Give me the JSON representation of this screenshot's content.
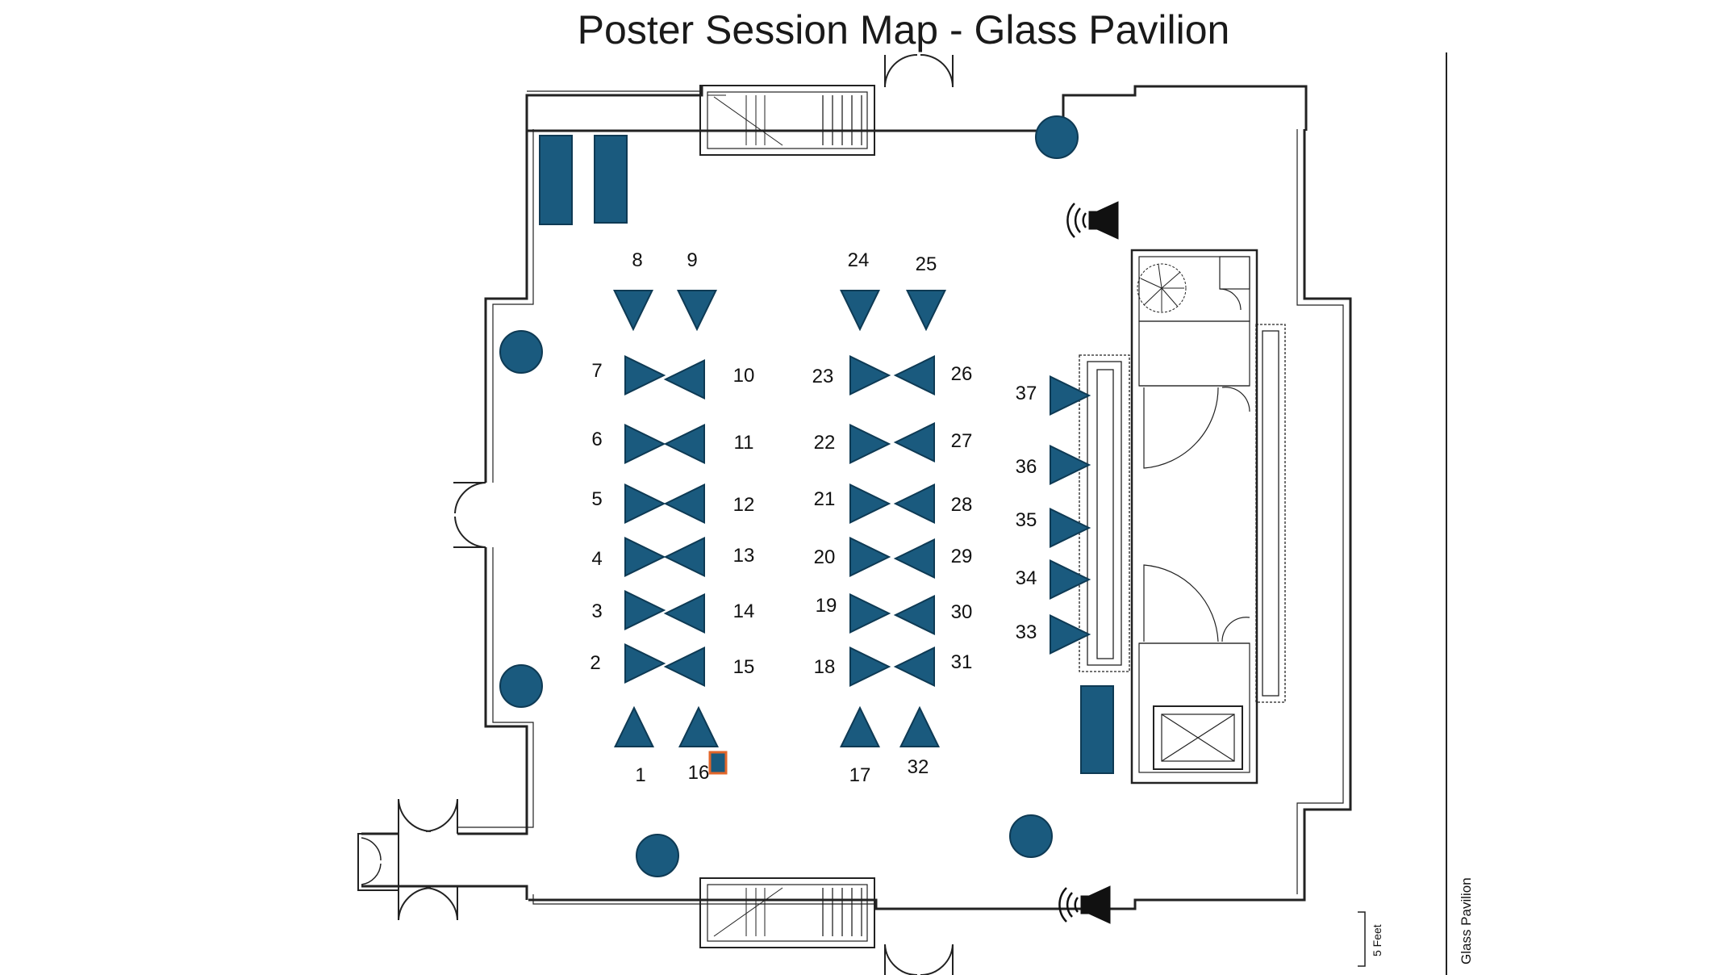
{
  "title": "Poster Session Map - Glass Pavilion",
  "side_label": "Glass Pavilion",
  "scale_label": "5 Feet",
  "colors": {
    "booth": "#1a5a7e",
    "wall": "#222222",
    "highlight": "#e2662a",
    "background": "#ffffff"
  },
  "booths": [
    {
      "id": "1",
      "direction": "up"
    },
    {
      "id": "2",
      "direction": "right"
    },
    {
      "id": "3",
      "direction": "right"
    },
    {
      "id": "4",
      "direction": "right"
    },
    {
      "id": "5",
      "direction": "right"
    },
    {
      "id": "6",
      "direction": "right"
    },
    {
      "id": "7",
      "direction": "right"
    },
    {
      "id": "8",
      "direction": "down"
    },
    {
      "id": "9",
      "direction": "down"
    },
    {
      "id": "10",
      "direction": "left"
    },
    {
      "id": "11",
      "direction": "left"
    },
    {
      "id": "12",
      "direction": "left"
    },
    {
      "id": "13",
      "direction": "left"
    },
    {
      "id": "14",
      "direction": "left"
    },
    {
      "id": "15",
      "direction": "left"
    },
    {
      "id": "16",
      "direction": "up"
    },
    {
      "id": "17",
      "direction": "up"
    },
    {
      "id": "18",
      "direction": "right"
    },
    {
      "id": "19",
      "direction": "right"
    },
    {
      "id": "20",
      "direction": "right"
    },
    {
      "id": "21",
      "direction": "right"
    },
    {
      "id": "22",
      "direction": "right"
    },
    {
      "id": "23",
      "direction": "right"
    },
    {
      "id": "24",
      "direction": "down"
    },
    {
      "id": "25",
      "direction": "down"
    },
    {
      "id": "26",
      "direction": "left"
    },
    {
      "id": "27",
      "direction": "left"
    },
    {
      "id": "28",
      "direction": "left"
    },
    {
      "id": "29",
      "direction": "left"
    },
    {
      "id": "30",
      "direction": "left"
    },
    {
      "id": "31",
      "direction": "left"
    },
    {
      "id": "32",
      "direction": "up"
    },
    {
      "id": "33",
      "direction": "right"
    },
    {
      "id": "34",
      "direction": "right"
    },
    {
      "id": "35",
      "direction": "right"
    },
    {
      "id": "36",
      "direction": "right"
    },
    {
      "id": "37",
      "direction": "right"
    }
  ],
  "icons": {
    "speaker": "speaker-icon",
    "column": "round-column",
    "stairs": "staircase",
    "elevator": "elevator",
    "door": "double-door"
  }
}
